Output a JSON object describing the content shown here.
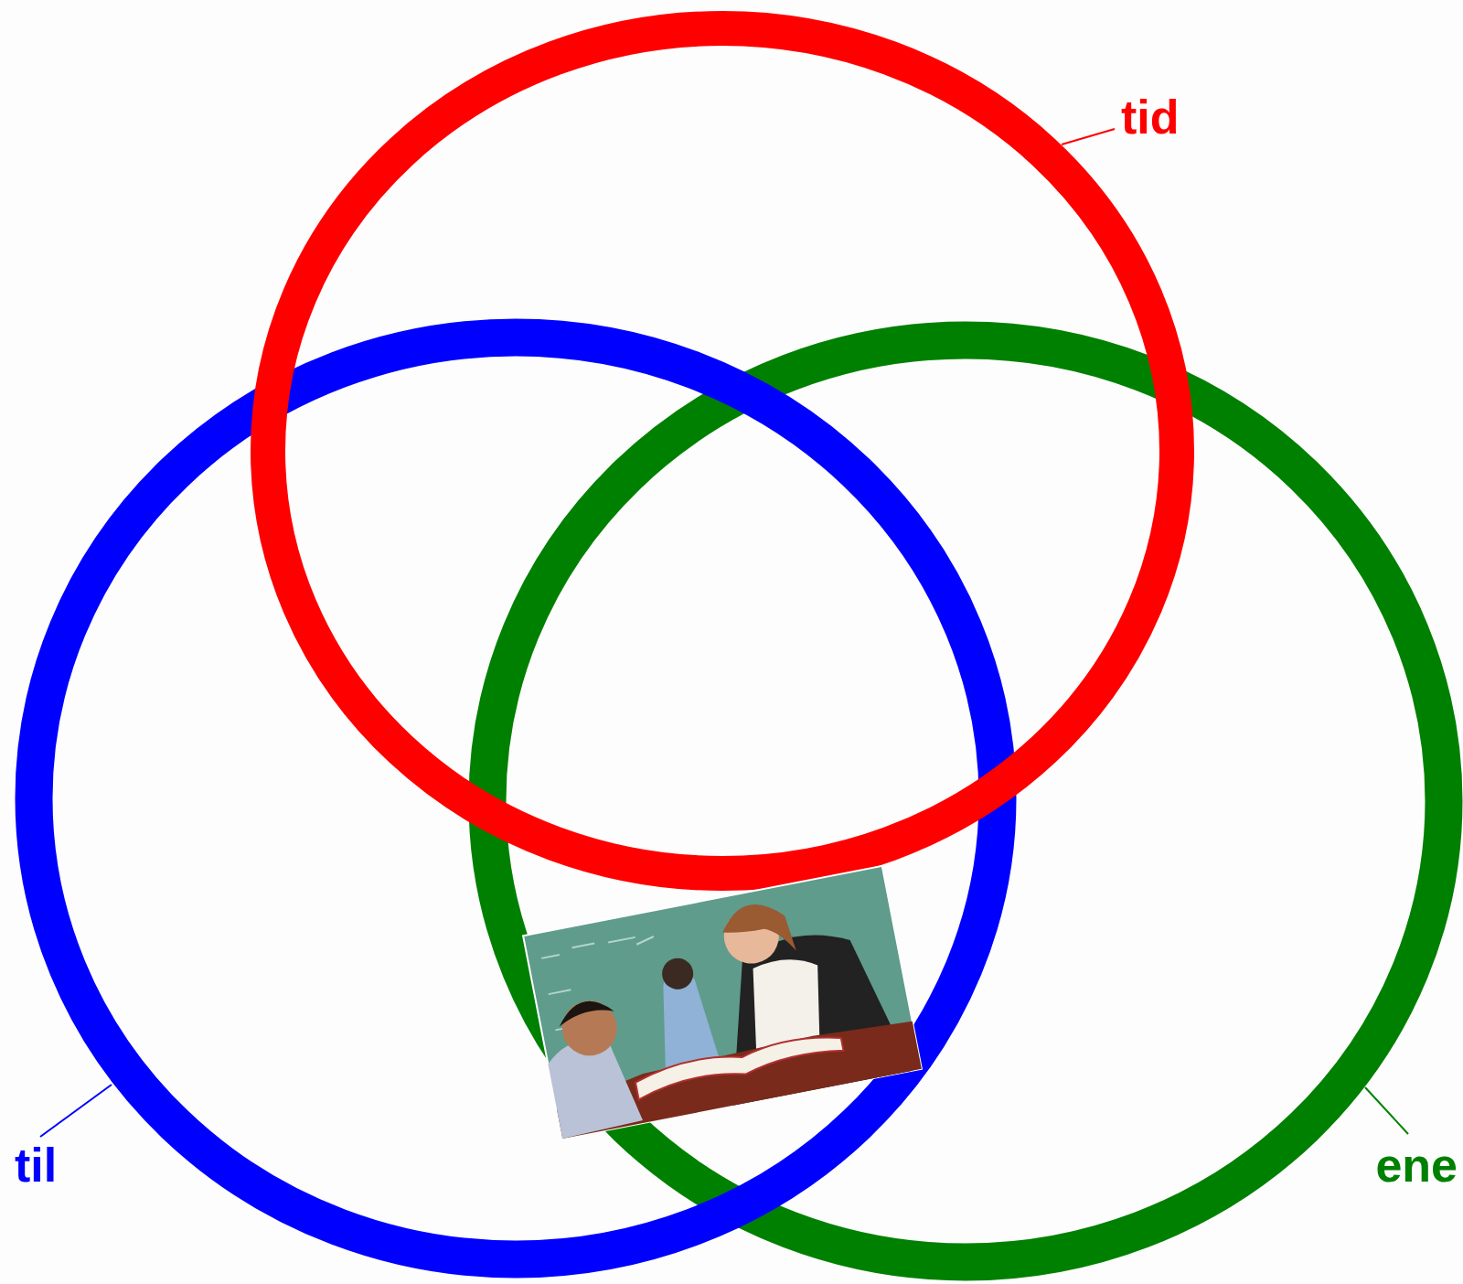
{
  "diagram": {
    "labels": [
      "tid",
      "til",
      "ene"
    ]
  }
}
